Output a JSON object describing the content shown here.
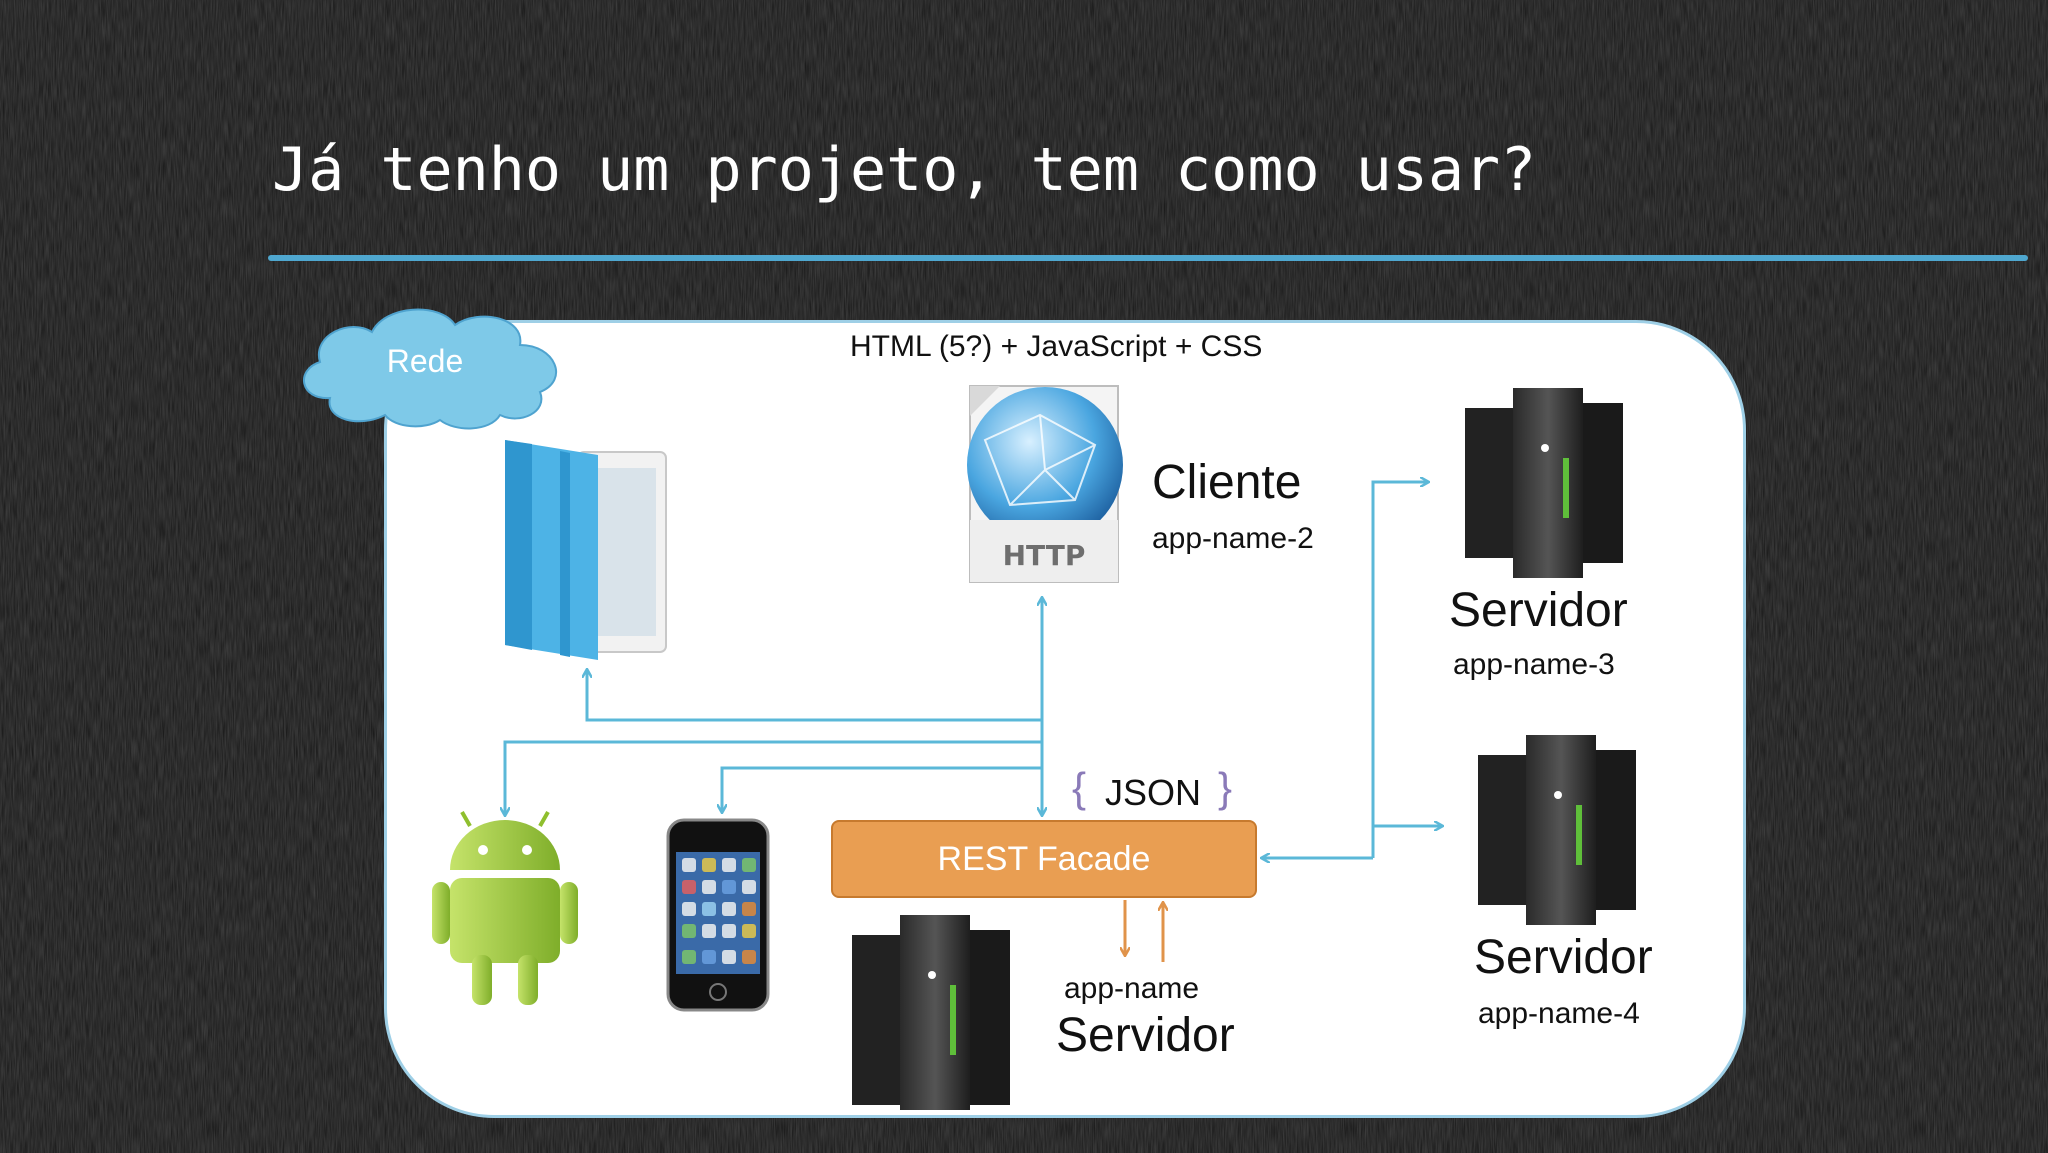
{
  "slide": {
    "title": "Já tenho um projeto, tem como usar?"
  },
  "diagram": {
    "cloud_label": "Rede",
    "top_caption": "HTML (5?) + JavaScript + CSS",
    "http_label": "HTTP",
    "client": {
      "title": "Cliente",
      "subtitle": "app-name-2"
    },
    "server3": {
      "title": "Servidor",
      "subtitle": "app-name-3"
    },
    "server4": {
      "title": "Servidor",
      "subtitle": "app-name-4"
    },
    "main_server": {
      "subtitle": "app-name",
      "title": "Servidor"
    },
    "rest_facade": "REST Facade",
    "json_label": "JSON",
    "colors": {
      "arrow": "#5bb8d8",
      "rest_facade": "#e99e52",
      "orange_arrow": "#e0934a",
      "divider": "#4fa7cf",
      "cloud": "#7ec9e8"
    }
  }
}
